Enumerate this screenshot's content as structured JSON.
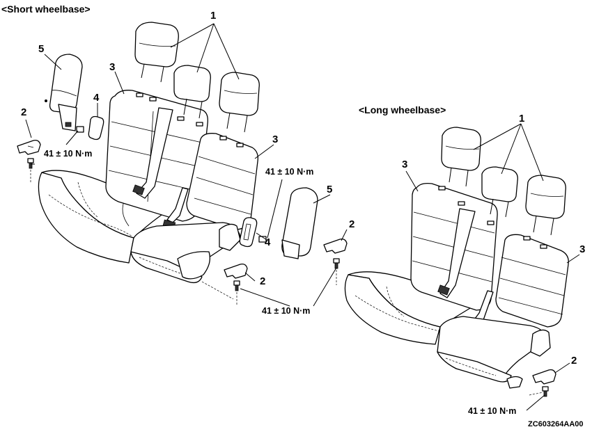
{
  "sections": {
    "short": "<Short wheelbase>",
    "long": "<Long wheelbase>"
  },
  "callouts": {
    "headrest": "1",
    "bracket": "2",
    "seatback": "3",
    "cover": "4",
    "armrest": "5"
  },
  "torque": "41 ± 10 N·m",
  "figure_code": "ZC603264AA00"
}
